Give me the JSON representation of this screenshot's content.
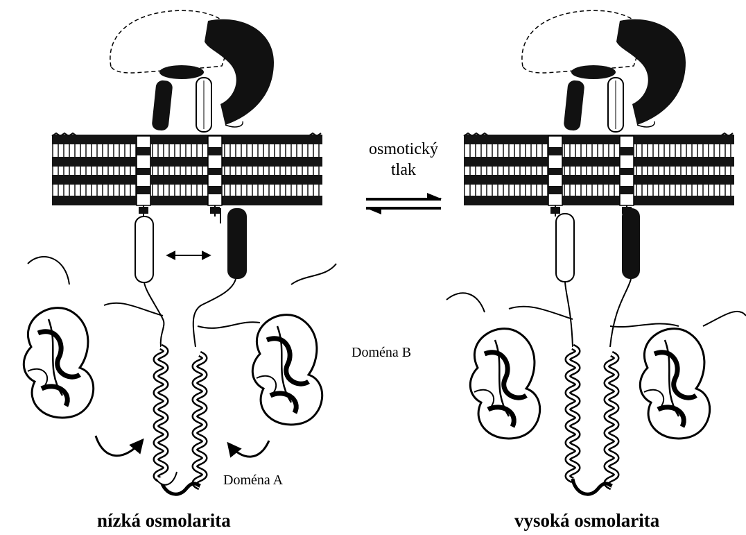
{
  "labels": {
    "pressure_line1": "osmotický",
    "pressure_line2": "tlak",
    "domain_b": "Doména B",
    "domain_a": "Doména A",
    "left_state": "nízká osmolarita",
    "right_state": "vysoká osmolarita"
  },
  "colors": {
    "ink": "#000000",
    "paper": "#ffffff",
    "membrane": "#141414"
  },
  "panels": [
    "low-osmolarity-state",
    "high-osmolarity-state"
  ]
}
